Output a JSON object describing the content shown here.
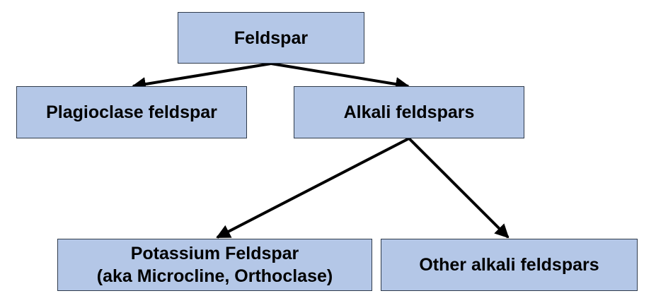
{
  "diagram": {
    "nodes": {
      "root": {
        "label": "Feldspar"
      },
      "plagioclase": {
        "label": "Plagioclase feldspar"
      },
      "alkali": {
        "label": "Alkali feldspars"
      },
      "potassium": {
        "line1": "Potassium Feldspar",
        "line2": "(aka Microcline, Orthoclase)"
      },
      "other": {
        "label": "Other alkali feldspars"
      }
    },
    "edges": [
      {
        "from": "root",
        "to": "plagioclase"
      },
      {
        "from": "root",
        "to": "alkali"
      },
      {
        "from": "alkali",
        "to": "potassium"
      },
      {
        "from": "alkali",
        "to": "other"
      }
    ]
  },
  "colors": {
    "node_fill": "#b4c7e7",
    "node_border": "#2f3b4c",
    "arrow": "#000000"
  }
}
